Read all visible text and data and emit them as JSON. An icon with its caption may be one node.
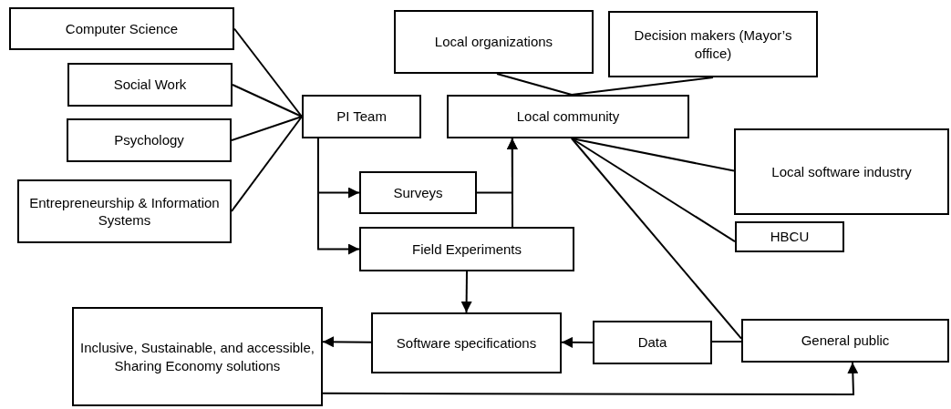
{
  "diagram": {
    "nodes": [
      {
        "text": [
          "Computer Science"
        ]
      },
      {
        "text": [
          "Social Work"
        ]
      },
      {
        "text": [
          "Psychology"
        ]
      },
      {
        "text": [
          "Entrepreneurship & Information Systems"
        ]
      },
      {
        "text": [
          "PI Team"
        ]
      },
      {
        "text": [
          "Local organizations"
        ]
      },
      {
        "text": [
          "Decision makers (Mayor’s office)"
        ]
      },
      {
        "text": [
          "Local community"
        ]
      },
      {
        "text": [
          "Local software industry"
        ]
      },
      {
        "text": [
          "Surveys"
        ]
      },
      {
        "text": [
          "HBCU"
        ]
      },
      {
        "text": [
          "Field Experiments"
        ]
      },
      {
        "text": [
          "Software specifications"
        ]
      },
      {
        "text": [
          "Inclusive, Sustainable, and accessible, Sharing Economy solutions"
        ]
      },
      {
        "text": [
          "Data"
        ]
      },
      {
        "text": [
          "General public"
        ]
      }
    ],
    "edges": [
      {
        "from": 0,
        "to": 4,
        "arrow": "none"
      },
      {
        "from": 1,
        "to": 4,
        "arrow": "none"
      },
      {
        "from": 2,
        "to": 4,
        "arrow": "none"
      },
      {
        "from": 3,
        "to": 4,
        "arrow": "none"
      },
      {
        "from": 4,
        "to": 9,
        "arrow": "to"
      },
      {
        "from": 4,
        "to": 11,
        "arrow": "to"
      },
      {
        "from": 9,
        "to": 7,
        "arrow": "to"
      },
      {
        "from": 11,
        "to": 7,
        "arrow": "to"
      },
      {
        "from": 5,
        "to": 7,
        "arrow": "none"
      },
      {
        "from": 6,
        "to": 7,
        "arrow": "none"
      },
      {
        "from": 7,
        "to": 8,
        "arrow": "none"
      },
      {
        "from": 7,
        "to": 10,
        "arrow": "none"
      },
      {
        "from": 7,
        "to": 15,
        "arrow": "none"
      },
      {
        "from": 15,
        "to": 14,
        "arrow": "none"
      },
      {
        "from": 14,
        "to": 12,
        "arrow": "to"
      },
      {
        "from": 11,
        "to": 12,
        "arrow": "to"
      },
      {
        "from": 12,
        "to": 13,
        "arrow": "to"
      },
      {
        "from": 13,
        "to": 15,
        "arrow": "to"
      }
    ]
  }
}
